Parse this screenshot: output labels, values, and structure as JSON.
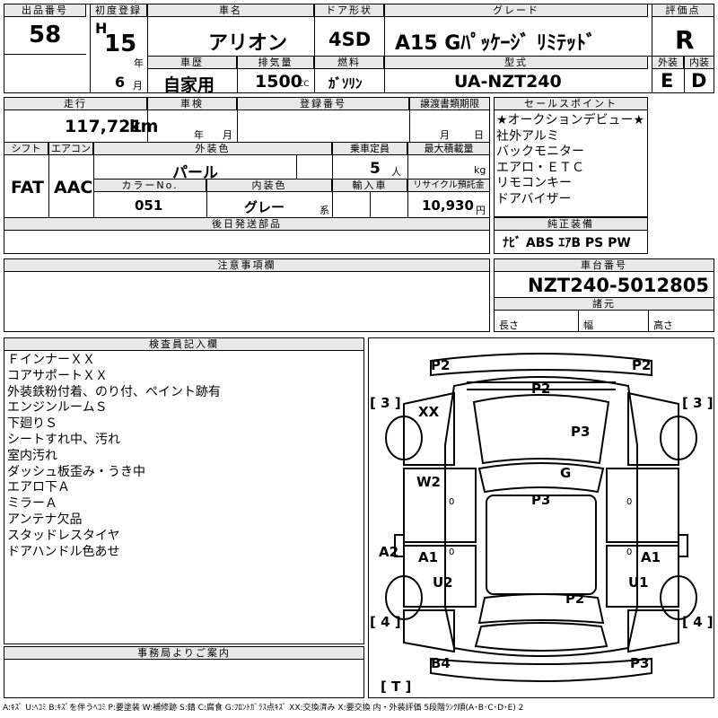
{
  "header": {
    "lot_label": "出品番号",
    "lot_value": "58",
    "reg_label": "初度登録",
    "era_letter": "H",
    "year_value": "15",
    "year_unit": "年",
    "month_value": "6",
    "month_unit": "月",
    "car_name_label": "車名",
    "car_name_value": "アリオン",
    "door_label": "ドア形状",
    "door_value": "4SD",
    "grade_label": "グレード",
    "grade_value": "A15 Gﾊﾟｯｹｰｼﾞ ﾘﾐﾃｯﾄﾞ",
    "score_label": "評価点",
    "score_value": "R",
    "history_label": "車歴",
    "history_value": "自家用",
    "displacement_label": "排気量",
    "displacement_value": "1500",
    "displacement_unit": "CC",
    "fuel_label": "燃料",
    "fuel_value": "ｶﾞｿﾘﾝ",
    "model_label": "型式",
    "model_value": "UA-NZT240",
    "ext_label": "外装",
    "ext_value": "E",
    "int_label": "内装",
    "int_value": "D"
  },
  "row2": {
    "mileage_label": "走行",
    "mileage_value": "117,721",
    "mileage_unit": "km",
    "inspection_label": "車検",
    "insp_year_unit": "年",
    "insp_month_unit": "月",
    "regno_label": "登録番号",
    "transfer_label": "譲渡書類期限",
    "transfer_month_unit": "月",
    "transfer_day_unit": "日",
    "shift_label": "シフト",
    "shift_value": "FAT",
    "ac_label": "エアコン",
    "ac_value": "AAC",
    "color_label": "外装色",
    "color_value": "パール",
    "capacity_label": "乗車定員",
    "capacity_value": "5",
    "capacity_unit": "人",
    "load_label": "最大積載量",
    "load_unit": "kg",
    "colorno_label": "カラーNo.",
    "colorno_value": "051",
    "interior_label": "内装色",
    "interior_value": "グレー",
    "interior_unit": "系",
    "import_label": "輸入車",
    "recycle_label": "リサイクル預託金",
    "recycle_value": "10,930",
    "recycle_unit": "円",
    "later_label": "後日発送部品"
  },
  "sales": {
    "label": "セールスポイント",
    "items": [
      "★オークションデビュー★",
      "社外アルミ",
      "バックモニター",
      "エアロ・ＥＴＣ",
      "リモコンキー",
      "ドアバイザー"
    ]
  },
  "equipment": {
    "label": "純正装備",
    "value": "ﾅﾋﾞ ABS ｴｱB PS PW"
  },
  "notes": {
    "label": "注意事項欄"
  },
  "chassis": {
    "label": "車台番号",
    "value": "NZT240-5012805"
  },
  "specs": {
    "label": "諸元",
    "length": "長さ",
    "width": "幅",
    "height": "高さ"
  },
  "inspector": {
    "label": "検査員記入欄",
    "items": [
      "ＦインナーＸＸ",
      "コアサポートＸＸ",
      "外装鉄粉付着、のり付、ペイント跡有",
      "エンジンルームＳ",
      "下廻りＳ",
      "シートすれ中、汚れ",
      "室内汚れ",
      "ダッシュ板歪み・うき中",
      "エアロ下Ａ",
      "ミラーＡ",
      "アンテナ欠品",
      "スタッドレスタイヤ",
      "ドアハンドル色あせ"
    ]
  },
  "office": {
    "label": "事務局よりご案内"
  },
  "diagram": {
    "marks": {
      "p2_left": "P2",
      "p2_right": "P2",
      "p2_center": "P2",
      "b3_left": "[ 3 ]",
      "b3_right": "[ 3 ]",
      "xx": "XX",
      "p3_hood": "P3",
      "g": "G",
      "w2": "W2",
      "p3_roof": "P3",
      "a2": "A2",
      "a1_left": "A1",
      "a1_right": "A1",
      "u2": "U2",
      "u1": "U1",
      "p2_trunk": "P2",
      "b4_left": "[ 4 ]",
      "b4_right": "[ 4 ]",
      "b4": "B4",
      "p3_rear": "P3",
      "t": "[ T ]",
      "zero": "0"
    }
  },
  "legend": "A:ｷｽﾞ U:ﾍｺﾐ B:ｷｽﾞを伴うﾍｺﾐ P:要塗装 W:補修跡 S:錆 C:腐食 G:ﾌﾛﾝﾄｶﾞﾗｽ点ｷｽﾞ XX:交換済み X:要交換 内・外装評価 5段階ﾗﾝｸ順(A･B･C･D･E) 2"
}
